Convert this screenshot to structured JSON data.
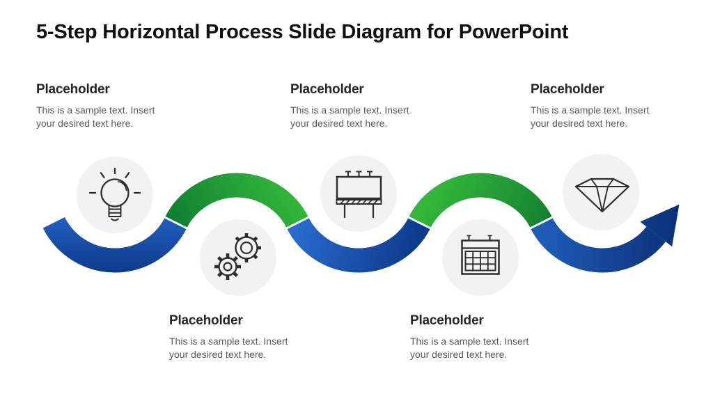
{
  "slide": {
    "title": "5-Step Horizontal Process Slide Diagram for PowerPoint"
  },
  "steps": [
    {
      "label": "Placeholder",
      "body": "This is a sample text. Insert your desired text here.",
      "icon": "lightbulb-icon",
      "text_position": "top"
    },
    {
      "label": "Placeholder",
      "body": "This is a sample text. Insert your desired text here.",
      "icon": "gears-icon",
      "text_position": "bottom"
    },
    {
      "label": "Placeholder",
      "body": "This is a sample text. Insert your desired text here.",
      "icon": "billboard-icon",
      "text_position": "top"
    },
    {
      "label": "Placeholder",
      "body": "This is a sample text. Insert your desired text here.",
      "icon": "calendar-icon",
      "text_position": "bottom"
    },
    {
      "label": "Placeholder",
      "body": "This is a sample text. Insert your desired text here.",
      "icon": "diamond-icon",
      "text_position": "top"
    }
  ],
  "colors": {
    "ribbon_blue_light": "#2a6cd0",
    "ribbon_blue_dark": "#0a3076",
    "ribbon_green_light": "#33b63a",
    "ribbon_green_dark": "#0c7a31",
    "icon_circle_bg": "#f2f2f2",
    "icon_stroke": "#2d2d2d",
    "title_text": "#101010",
    "heading_text": "#262626",
    "body_text": "#595959"
  }
}
